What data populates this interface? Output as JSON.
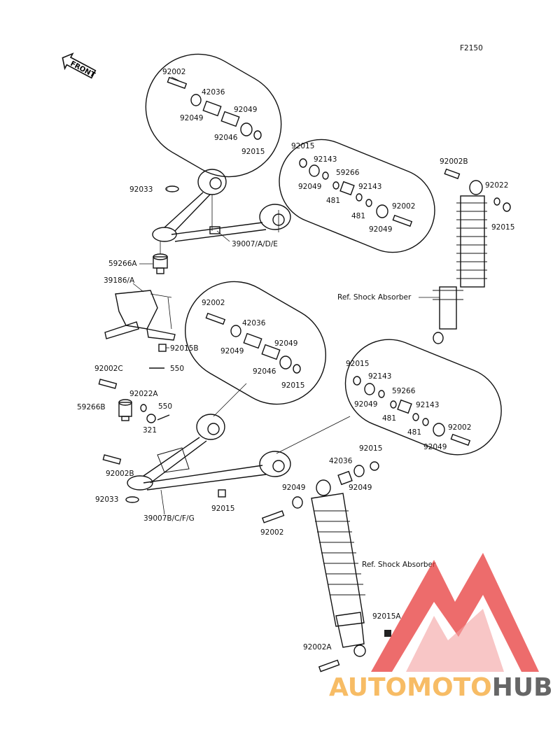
{
  "figure_code": "F2150",
  "front_arrow_label": "FRONT",
  "ref_shock_absorber": "Ref. Shock Absorber",
  "labels": {
    "upper_bolt": "92002",
    "upper_bushing_outer": "42036",
    "upper_cap_1": "92049",
    "upper_cap_2": "92049",
    "upper_sleeve": "92046",
    "upper_nut": "92015",
    "rear_nut": "92015",
    "rear_seal": "92143",
    "rear_cap": "92049",
    "rear_bushing": "59266",
    "rear_481_1": "481",
    "rear_seal_2": "92143",
    "rear_481_2": "481",
    "rear_bolt": "92002",
    "rear_cap_2": "92049",
    "circlip_upper": "92033",
    "ball_joint_upper": "59266A",
    "knuckle": "39186/A",
    "arm_upper": "39007/A/D/E",
    "nut_b": "92015B",
    "pin_1": "550",
    "bolt_c": "92002C",
    "washer_a": "92022A",
    "ball_joint_lower": "59266B",
    "pin_2": "550",
    "part_321": "321",
    "bolt_b_lower": "92002B",
    "circlip_lower": "92033",
    "arm_lower": "39007B/C/F/G",
    "lower_arm_nut": "92015",
    "mid_bolt": "92002",
    "mid_bushing": "42036",
    "mid_cap_1": "92049",
    "mid_cap_2": "92049",
    "mid_sleeve": "92046",
    "mid_nut": "92015",
    "low_nut": "92015",
    "low_seal": "92143",
    "low_cap": "92049",
    "low_bushing": "59266",
    "low_481_1": "481",
    "low_seal_2": "92143",
    "low_481_2": "481",
    "low_bolt": "92002",
    "low_cap_2": "92049",
    "shock_top_bolt": "92002B",
    "shock_top_washer": "92022",
    "shock_top_nut": "92015",
    "shock2_nut": "92015",
    "shock2_bush": "42036",
    "shock2_cap_1": "92049",
    "shock2_cap_2": "92049",
    "shock2_bolt": "92002",
    "shock2_nut_a": "92015A",
    "shock2_bolt_a": "92002A"
  },
  "watermark": {
    "part1": "AUTOMOTO",
    "part2": "HUB",
    "color_orange": "#f6b04a",
    "color_pink": "#ef8a8a",
    "color_gray": "#555555",
    "triangle_color": "#e83c3c"
  }
}
